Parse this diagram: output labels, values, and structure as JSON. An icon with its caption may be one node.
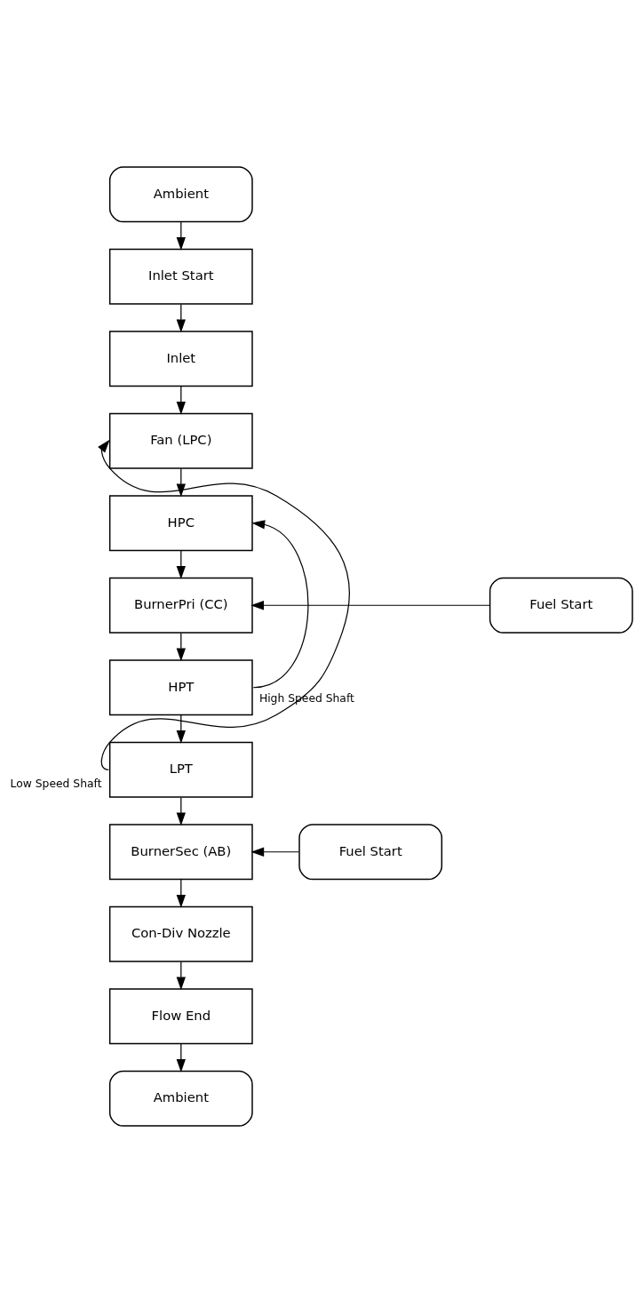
{
  "diagram": {
    "nodes": [
      {
        "text": [
          "Ambient"
        ]
      },
      {
        "text": [
          "Inlet Start"
        ]
      },
      {
        "text": [
          "Inlet"
        ]
      },
      {
        "text": [
          "Fan (LPC)"
        ]
      },
      {
        "text": [
          "HPC"
        ]
      },
      {
        "text": [
          "Fuel Start"
        ]
      },
      {
        "text": [
          "BurnerPri (CC)"
        ]
      },
      {
        "text": [
          "HPT"
        ]
      },
      {
        "text": [
          "LPT"
        ]
      },
      {
        "text": [
          "Fuel Start"
        ]
      },
      {
        "text": [
          "BurnerSec (AB)"
        ]
      },
      {
        "text": [
          "Con-Div Nozzle"
        ]
      },
      {
        "text": [
          "Flow End"
        ]
      },
      {
        "text": [
          "Ambient"
        ]
      }
    ],
    "edges": [
      {
        "from": 0,
        "to": 1,
        "arrow": "to"
      },
      {
        "from": 1,
        "to": 2,
        "arrow": "to"
      },
      {
        "from": 2,
        "to": 3,
        "arrow": "to"
      },
      {
        "from": 3,
        "to": 4,
        "arrow": "to"
      },
      {
        "from": 4,
        "to": 6,
        "arrow": "to"
      },
      {
        "from": 5,
        "to": 6,
        "arrow": "to"
      },
      {
        "from": 6,
        "to": 7,
        "arrow": "to"
      },
      {
        "from": 7,
        "to": 4,
        "arrow": "to",
        "label": "High Speed Shaft"
      },
      {
        "from": 7,
        "to": 8,
        "arrow": "to"
      },
      {
        "from": 8,
        "to": 3,
        "arrow": "to",
        "label": "Low Speed Shaft"
      },
      {
        "from": 8,
        "to": 10,
        "arrow": "to"
      },
      {
        "from": 9,
        "to": 10,
        "arrow": "to"
      },
      {
        "from": 10,
        "to": 11,
        "arrow": "to"
      },
      {
        "from": 11,
        "to": 12,
        "arrow": "to"
      },
      {
        "from": 12,
        "to": 13,
        "arrow": "to"
      }
    ]
  }
}
